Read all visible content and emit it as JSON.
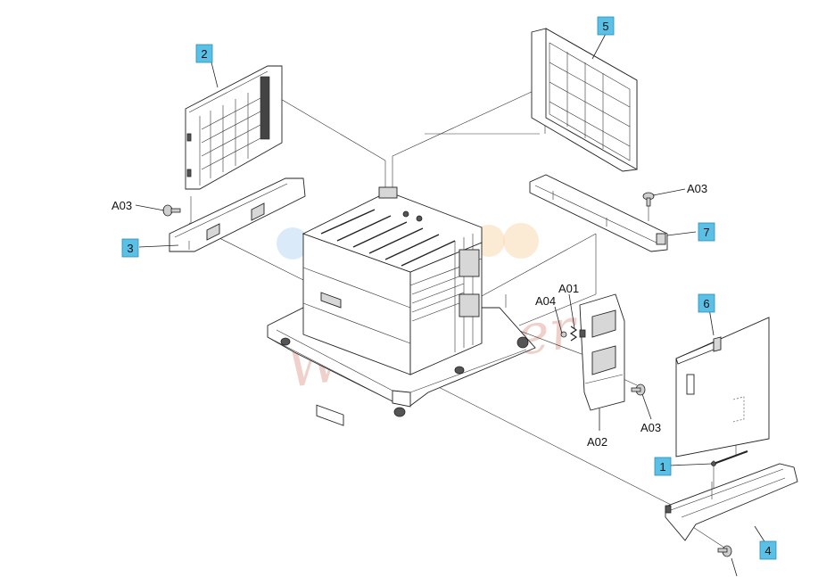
{
  "callouts": [
    {
      "id": "1"
    },
    {
      "id": "2"
    },
    {
      "id": "3"
    },
    {
      "id": "4"
    },
    {
      "id": "5"
    },
    {
      "id": "6"
    },
    {
      "id": "7"
    }
  ],
  "references": [
    "A01",
    "A02",
    "A03",
    "A03",
    "A03",
    "A04"
  ],
  "watermark": {
    "text": "Wi-Master",
    "dot_colors": [
      "#bcd8f2",
      "#f7d9b0"
    ]
  },
  "colors": {
    "callout_fill": "#5bc0e6",
    "line": "#222222"
  }
}
